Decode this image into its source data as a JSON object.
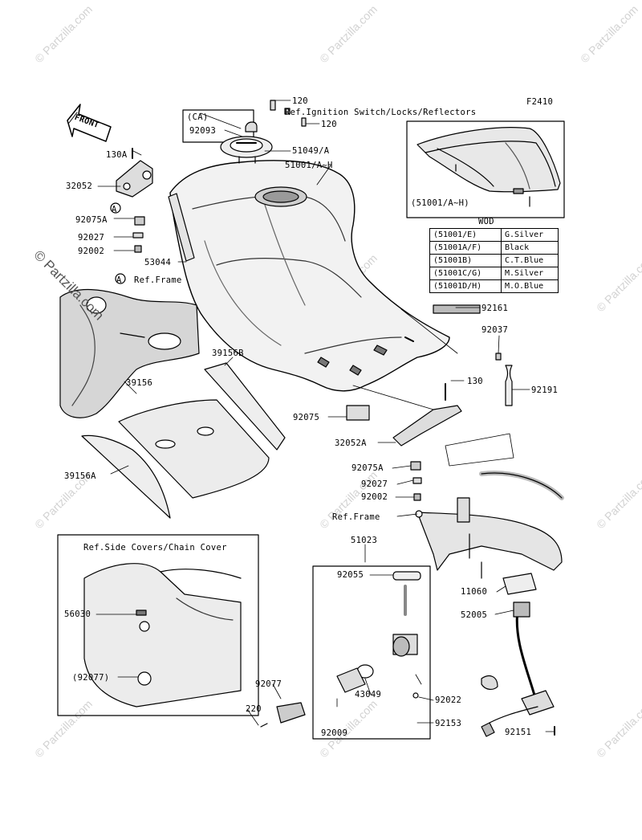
{
  "diagram_code": "F2410",
  "front_label": "FRONT",
  "watermark": "© Partzilla.com",
  "ca_label": "(CA)",
  "wod": {
    "title": "WOD",
    "rows": [
      {
        "part": "(51001/E)",
        "color": "G.Silver"
      },
      {
        "part": "(51001A/F)",
        "color": "Black"
      },
      {
        "part": "(51001B)",
        "color": "C.T.Blue"
      },
      {
        "part": "(51001C/G)",
        "color": "M.Silver"
      },
      {
        "part": "(51001D/H)",
        "color": "M.O.Blue"
      }
    ]
  },
  "callouts": {
    "c120a": "120",
    "ref_ignition": "Ref.Ignition Switch/Locks/Reflectors",
    "c120b": "120",
    "c92093": "92093",
    "c51049": "51049/A",
    "c51001": "51001/A~H",
    "c51001_inset": "(51001/A~H)",
    "c130a": "130A",
    "c32052": "32052",
    "c92075a_1": "92075A",
    "c92027_1": "92027",
    "c92002_1": "92002",
    "c53044": "53044",
    "marker_a1": "A",
    "marker_a2": "A",
    "ref_frame_1": "Ref.Frame",
    "c39156b": "39156B",
    "c39156": "39156",
    "c39156a": "39156A",
    "c92161": "92161",
    "c92037": "92037",
    "c130": "130",
    "c92191": "92191",
    "c92075": "92075",
    "c32052a": "32052A",
    "c92075a_2": "92075A",
    "c92027_2": "92027",
    "c92002_2": "92002",
    "ref_frame_2": "Ref.Frame",
    "c51023": "51023",
    "ref_side_covers": "Ref.Side Covers/Chain Cover",
    "c56030": "56030",
    "c92077_paren": "(92077)",
    "c92055": "92055",
    "c11060": "11060",
    "c52005": "52005",
    "c92077": "92077",
    "c43049": "43049",
    "c92022": "92022",
    "c220": "220",
    "c92009": "92009",
    "c92153": "92153",
    "c92151": "92151"
  }
}
